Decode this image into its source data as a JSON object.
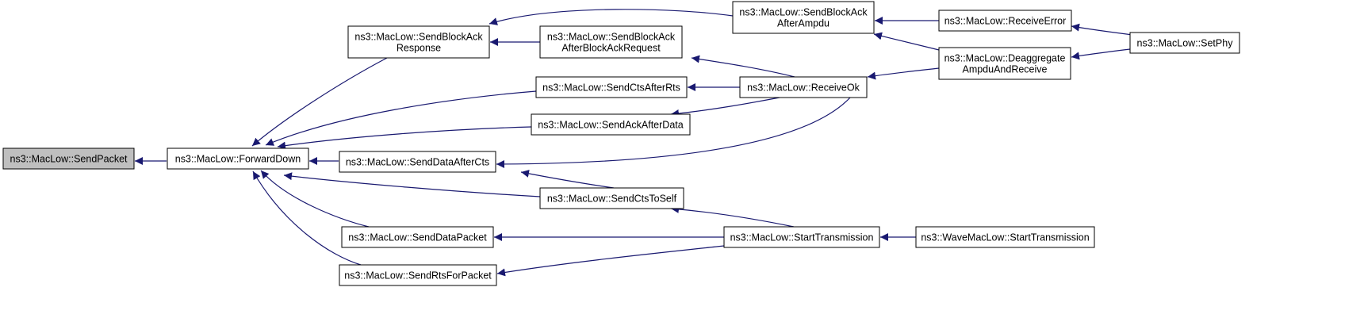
{
  "colors": {
    "edge": "#191970",
    "node_fill": "#ffffff",
    "node_highlight_fill": "#bfbfbf",
    "node_border": "#000000"
  },
  "nodes": [
    {
      "id": "send_packet",
      "lines": [
        "ns3::MacLow::SendPacket"
      ],
      "highlighted": true
    },
    {
      "id": "forward_down",
      "lines": [
        "ns3::MacLow::ForwardDown"
      ]
    },
    {
      "id": "send_block_ack_response",
      "lines": [
        "ns3::MacLow::SendBlockAck",
        "Response"
      ]
    },
    {
      "id": "send_block_ack_after_bar",
      "lines": [
        "ns3::MacLow::SendBlockAck",
        "AfterBlockAckRequest"
      ]
    },
    {
      "id": "send_cts_after_rts",
      "lines": [
        "ns3::MacLow::SendCtsAfterRts"
      ]
    },
    {
      "id": "send_ack_after_data",
      "lines": [
        "ns3::MacLow::SendAckAfterData"
      ]
    },
    {
      "id": "send_data_after_cts",
      "lines": [
        "ns3::MacLow::SendDataAfterCts"
      ]
    },
    {
      "id": "send_cts_to_self",
      "lines": [
        "ns3::MacLow::SendCtsToSelf"
      ]
    },
    {
      "id": "send_data_packet",
      "lines": [
        "ns3::MacLow::SendDataPacket"
      ]
    },
    {
      "id": "send_rts_for_packet",
      "lines": [
        "ns3::MacLow::SendRtsForPacket"
      ]
    },
    {
      "id": "send_block_ack_after_ampdu",
      "lines": [
        "ns3::MacLow::SendBlockAck",
        "AfterAmpdu"
      ]
    },
    {
      "id": "receive_ok",
      "lines": [
        "ns3::MacLow::ReceiveOk"
      ]
    },
    {
      "id": "start_transmission",
      "lines": [
        "ns3::MacLow::StartTransmission"
      ]
    },
    {
      "id": "receive_error",
      "lines": [
        "ns3::MacLow::ReceiveError"
      ]
    },
    {
      "id": "deaggregate_ampdu_and_receive",
      "lines": [
        "ns3::MacLow::Deaggregate",
        "AmpduAndReceive"
      ]
    },
    {
      "id": "wave_start_transmission",
      "lines": [
        "ns3::WaveMacLow::StartTransmission"
      ]
    },
    {
      "id": "set_phy",
      "lines": [
        "ns3::MacLow::SetPhy"
      ]
    }
  ],
  "edges": [
    {
      "from": "forward_down",
      "to": "send_packet"
    },
    {
      "from": "send_block_ack_response",
      "to": "forward_down"
    },
    {
      "from": "send_cts_after_rts",
      "to": "forward_down"
    },
    {
      "from": "send_ack_after_data",
      "to": "forward_down"
    },
    {
      "from": "send_data_after_cts",
      "to": "forward_down"
    },
    {
      "from": "send_cts_to_self",
      "to": "forward_down"
    },
    {
      "from": "send_data_packet",
      "to": "forward_down"
    },
    {
      "from": "send_rts_for_packet",
      "to": "forward_down"
    },
    {
      "from": "send_block_ack_after_ampdu",
      "to": "send_block_ack_response"
    },
    {
      "from": "send_block_ack_after_bar",
      "to": "send_block_ack_response"
    },
    {
      "from": "receive_ok",
      "to": "send_block_ack_after_bar"
    },
    {
      "from": "receive_ok",
      "to": "send_cts_after_rts"
    },
    {
      "from": "receive_ok",
      "to": "send_ack_after_data"
    },
    {
      "from": "receive_ok",
      "to": "send_data_after_cts"
    },
    {
      "from": "send_cts_to_self",
      "to": "send_data_after_cts"
    },
    {
      "from": "start_transmission",
      "to": "send_cts_to_self"
    },
    {
      "from": "start_transmission",
      "to": "send_data_packet"
    },
    {
      "from": "start_transmission",
      "to": "send_rts_for_packet"
    },
    {
      "from": "receive_error",
      "to": "send_block_ack_after_ampdu"
    },
    {
      "from": "deaggregate_ampdu_and_receive",
      "to": "send_block_ack_after_ampdu"
    },
    {
      "from": "deaggregate_ampdu_and_receive",
      "to": "receive_ok"
    },
    {
      "from": "wave_start_transmission",
      "to": "start_transmission"
    },
    {
      "from": "set_phy",
      "to": "receive_error"
    },
    {
      "from": "set_phy",
      "to": "deaggregate_ampdu_and_receive"
    }
  ]
}
